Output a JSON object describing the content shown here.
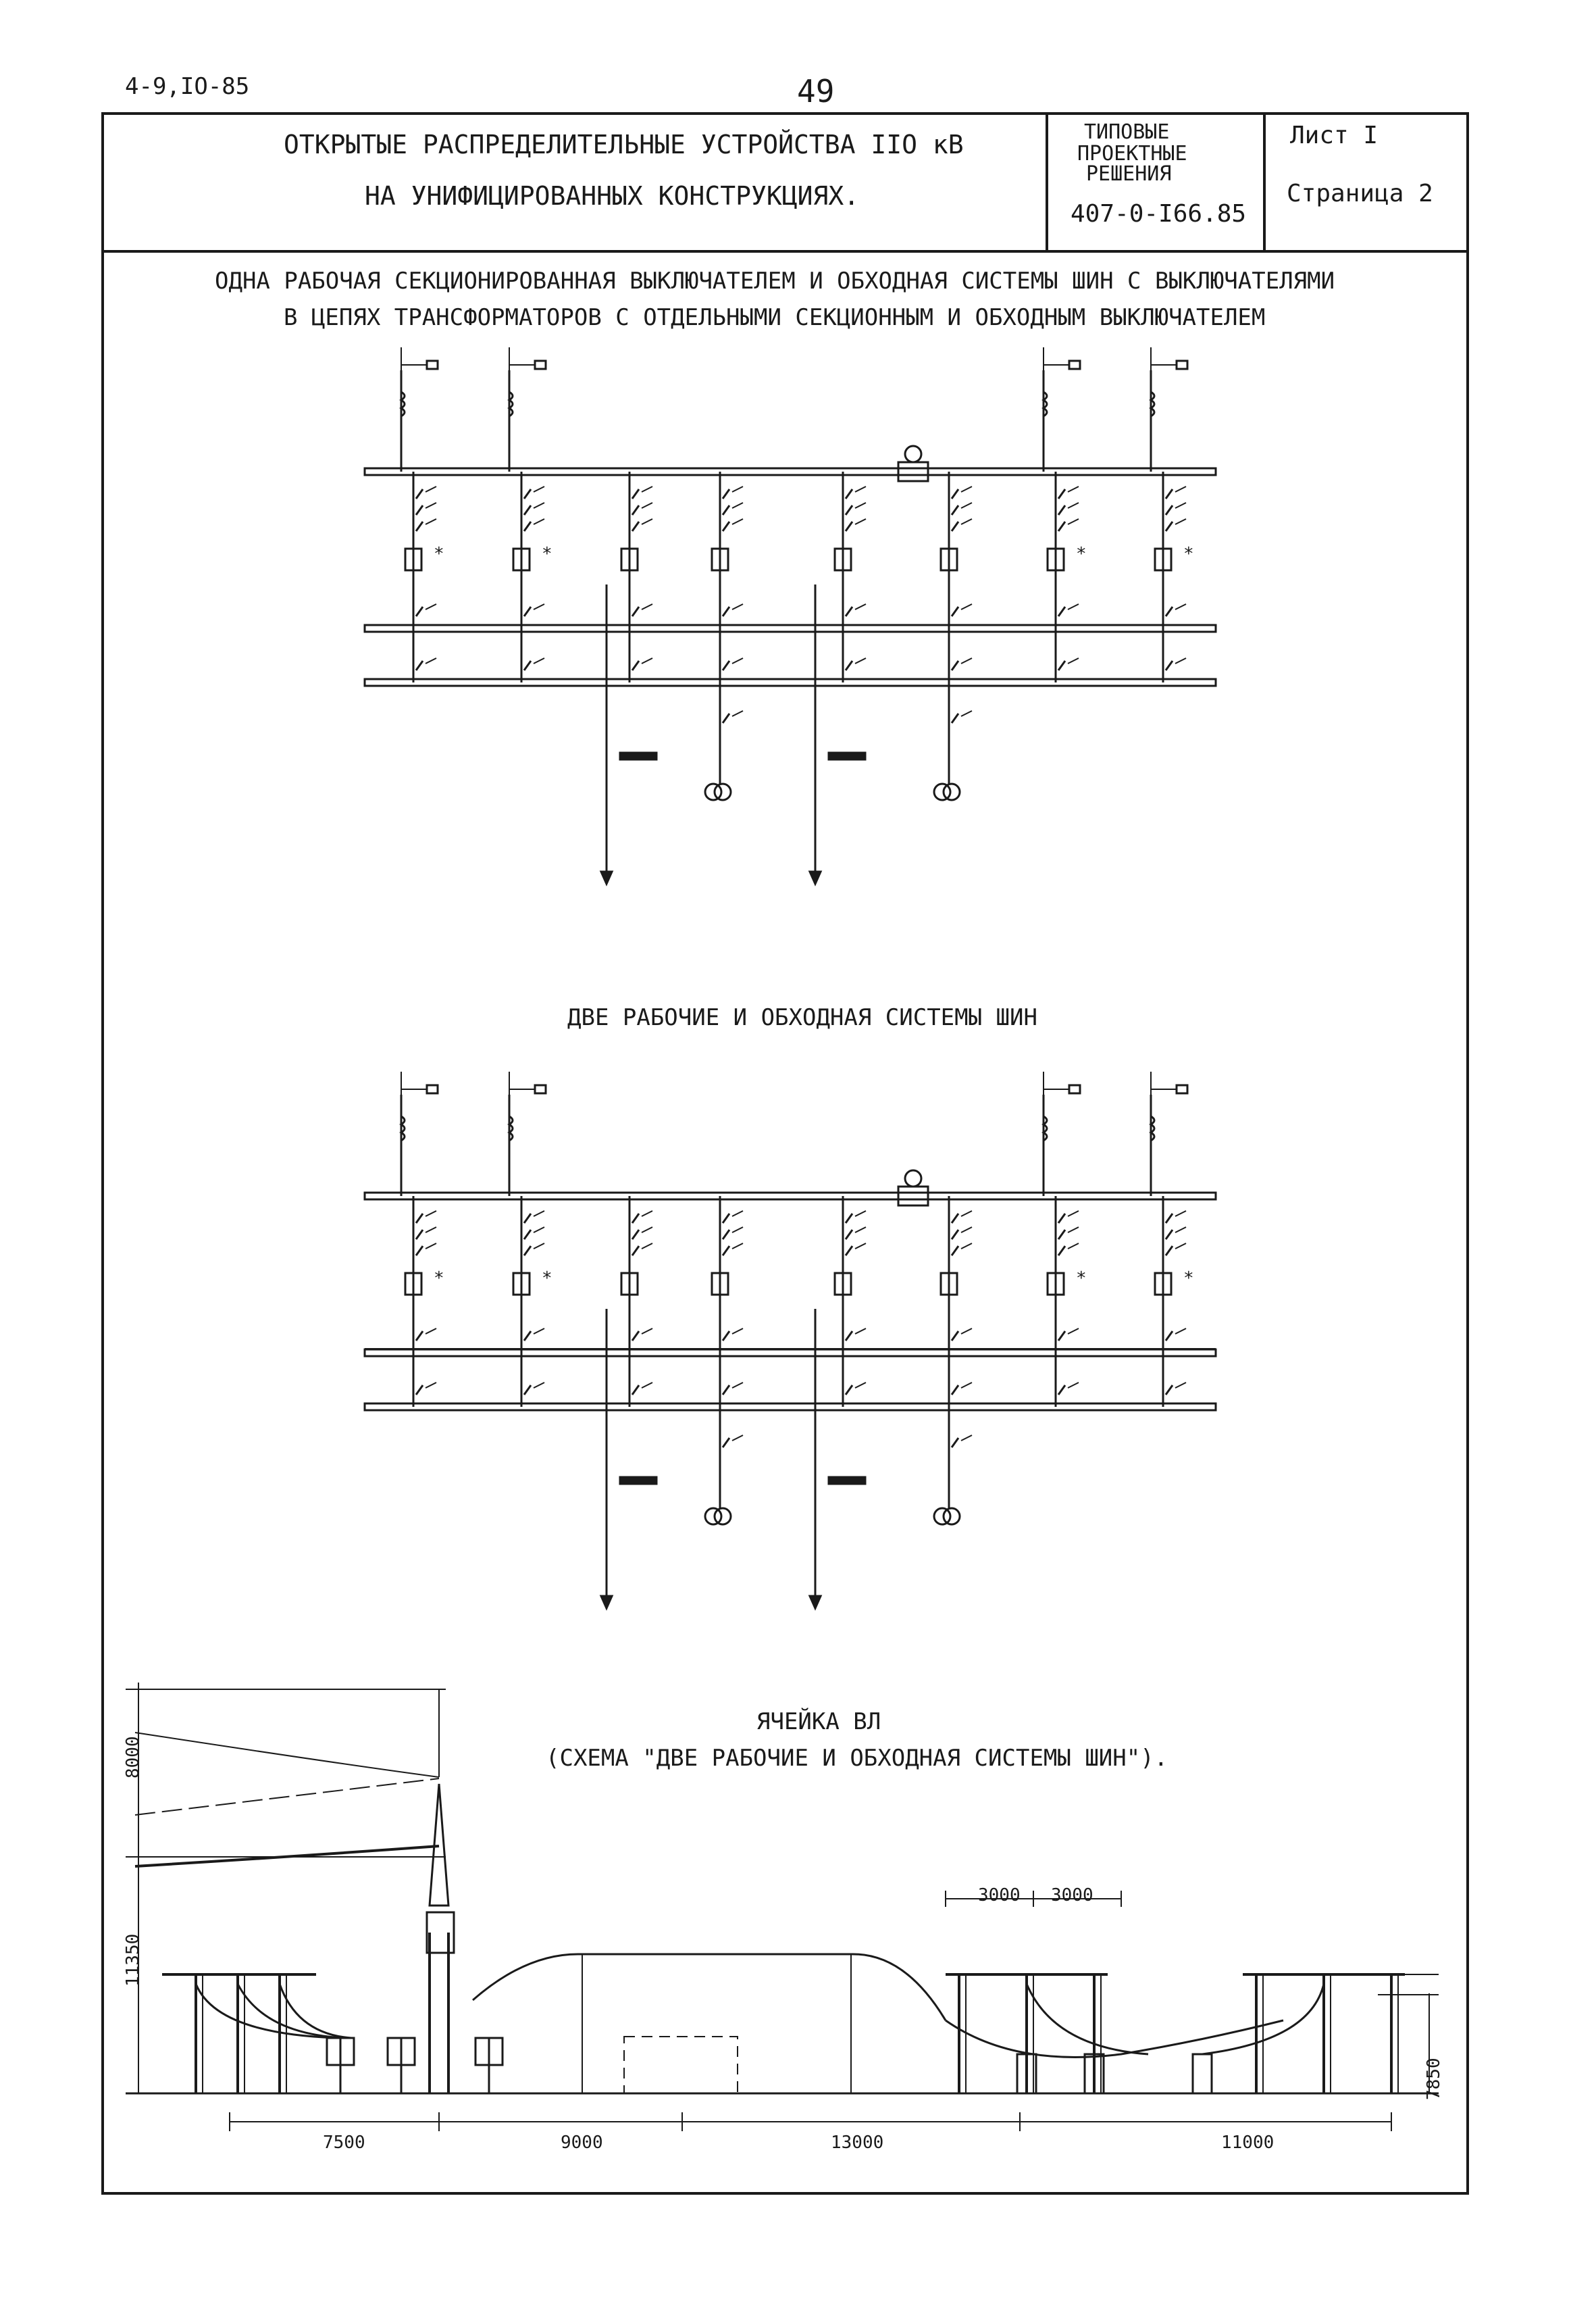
{
  "header": {
    "doc_code": "4-9,IO-85",
    "page_number": "49",
    "title_line1": "ОТКРЫТЫЕ РАСПРЕДЕЛИТЕЛЬНЫЕ УСТРОЙСТВА IIО кВ",
    "title_line2": "НА УНИФИЦИРОВАННЫХ КОНСТРУКЦИЯХ.",
    "standard_line1": "ТИПОВЫЕ",
    "standard_line2": "ПРОЕКТНЫЕ",
    "standard_line3": "РЕШЕНИЯ",
    "standard_code": "407-0-I66.85",
    "sheet": "Лист I",
    "page": "Страница 2"
  },
  "scheme1": {
    "caption_line1": "ОДНА РАБОЧАЯ СЕКЦИОНИРОВАННАЯ ВЫКЛЮЧАТЕЛЕМ И ОБХОДНАЯ СИСТЕМЫ ШИН С ВЫКЛЮЧАТЕЛЯМИ",
    "caption_line2": "В ЦЕПЯХ ТРАНСФОРМАТОРОВ С ОТДЕЛЬНЫМИ СЕКЦИОННЫМ И ОБХОДНЫМ ВЫКЛЮЧАТЕЛЕМ"
  },
  "scheme2": {
    "caption": "ДВЕ РАБОЧИЕ И ОБХОДНАЯ СИСТЕМЫ ШИН"
  },
  "cell": {
    "caption_line1": "ЯЧЕЙКА ВЛ",
    "caption_line2": "(СХЕМА \"ДВЕ РАБОЧИЕ И ОБХОДНАЯ СИСТЕМЫ ШИН\").",
    "dimensions": {
      "height_top": "8000",
      "height_left": "11350",
      "height_right": "7850",
      "span_top_a": "3000",
      "span_top_b": "3000",
      "span_1": "7500",
      "span_2": "9000",
      "span_3": "13000",
      "span_4": "11000"
    }
  }
}
